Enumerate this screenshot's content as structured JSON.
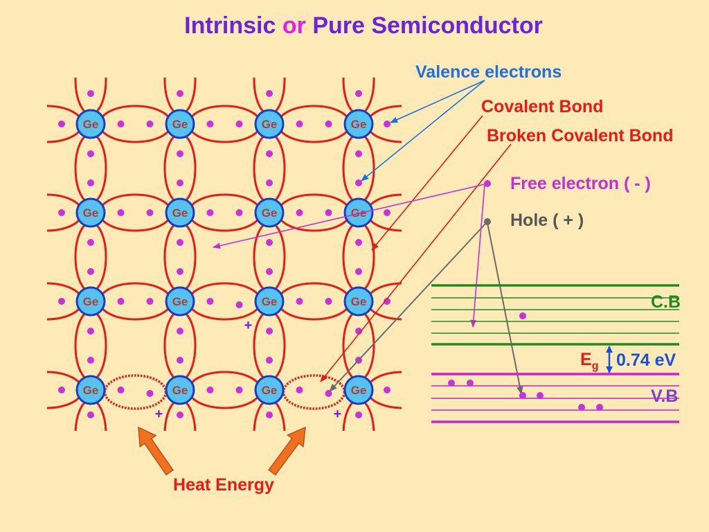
{
  "title": {
    "part1": "Intrinsic",
    "part2": "or",
    "part3": "Pure Semiconductor"
  },
  "lattice": {
    "atom_label": "Ge",
    "hole_symbol": "+"
  },
  "labels": {
    "valence_electrons": "Valence electrons",
    "covalent_bond": "Covalent Bond",
    "broken_covalent_bond": "Broken Covalent Bond",
    "free_electron": "Free electron ( - )",
    "hole": "Hole ( + )",
    "heat_energy": "Heat Energy"
  },
  "band_diagram": {
    "conduction_band_label": "C.B",
    "valence_band_label": "V.B",
    "gap_symbol": "E",
    "gap_subscript": "g",
    "gap_value": "0.74 eV"
  },
  "colors": {
    "background": "#FDEAB6",
    "title": "#6A24D9",
    "title_accent": "#E61EE6",
    "atom_fill": "#56C2F0",
    "atom_stroke": "#1A3DBF",
    "atom_label": "#B83A2A",
    "bond": "#E41B17",
    "electron": "#C832D8",
    "hole_marker": "#7A1FC8",
    "valence_label": "#1E6FE0",
    "bond_label": "#E41B17",
    "free_electron_label": "#C42FD4",
    "hole_label": "#555555",
    "hole_dot": "#6B6B6B",
    "conduction_band": "#1F8A1F",
    "valence_band": "#D21ED2",
    "valence_band_label": "#7A3ED6",
    "band_gap": "#1A4FD8",
    "heat_arrow": "#F07020",
    "heat_arrow_outline": "#B5541A"
  }
}
